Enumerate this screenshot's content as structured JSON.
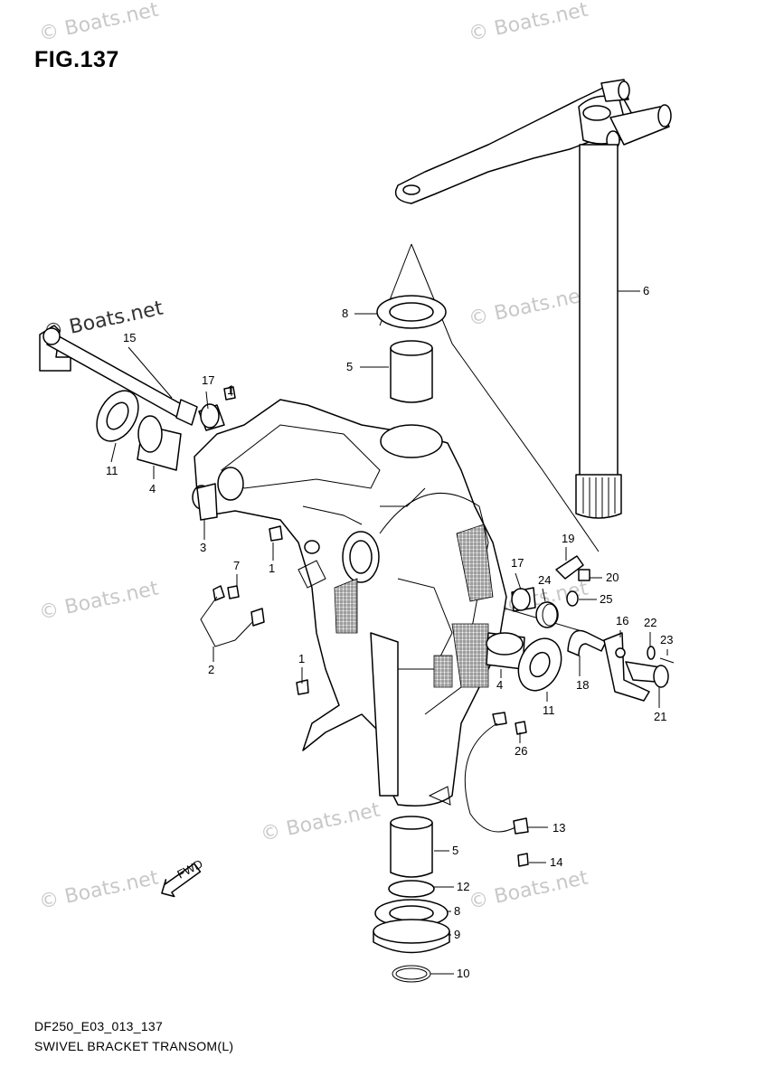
{
  "title": "FIG.137",
  "footer": {
    "code": "DF250_E03_013_137",
    "name": "SWIVEL BRACKET TRANSOM(L)"
  },
  "watermark": "© Boats.net",
  "callouts": [
    "1",
    "1",
    "1",
    "2",
    "3",
    "4",
    "4",
    "5",
    "5",
    "6",
    "7",
    "8",
    "8",
    "9",
    "10",
    "11",
    "11",
    "12",
    "13",
    "14",
    "15",
    "16",
    "17",
    "17",
    "18",
    "19",
    "20",
    "21",
    "22",
    "23",
    "24",
    "25",
    "26"
  ],
  "direction_label": "FWD"
}
